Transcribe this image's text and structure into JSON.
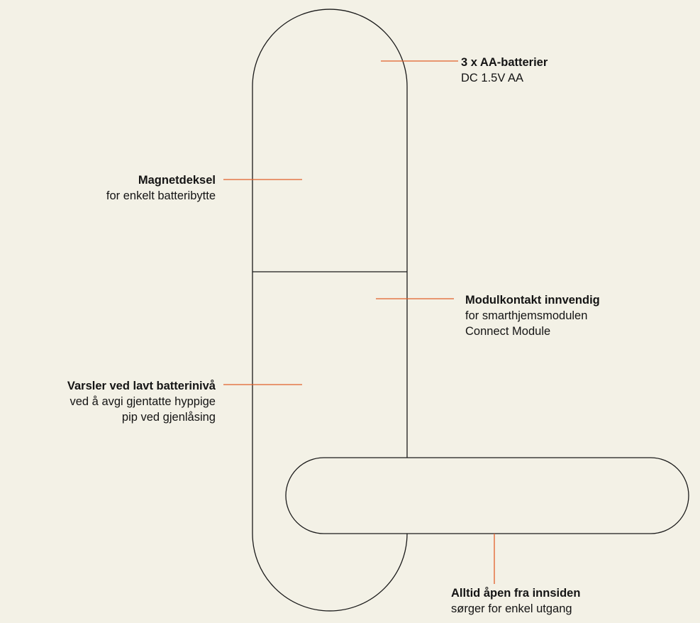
{
  "colors": {
    "background": "#f3f1e6",
    "outline": "#1a1a1a",
    "leader_line": "#e2602a",
    "text": "#141414"
  },
  "callouts": {
    "batteries": {
      "title": "3 x AA-batterier",
      "desc": "DC 1.5V AA"
    },
    "magnet_cover": {
      "title": "Magnetdeksel",
      "desc": "for enkelt batteribytte"
    },
    "module_port": {
      "title": "Modulkontakt innvendig",
      "desc_1": "for smarthjemsmodulen",
      "desc_2": "Connect Module"
    },
    "low_battery": {
      "title": "Varsler ved lavt batterinivå",
      "desc_1": "ved å avgi gjentatte hyppige",
      "desc_2": "pip ved gjenlåsing"
    },
    "always_open": {
      "title": "Alltid åpen fra innsiden",
      "desc": "sørger for enkel utgang"
    }
  }
}
